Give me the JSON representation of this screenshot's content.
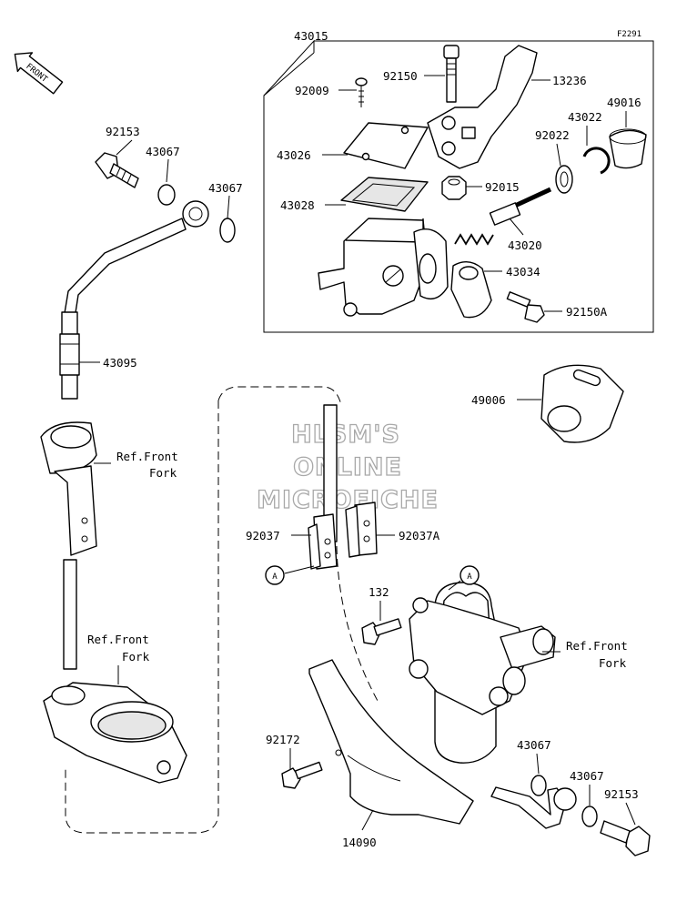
{
  "diagram_code": "F2291",
  "front_arrow_label": "FRONT",
  "watermark": [
    "HLSM'S",
    "ONLINE",
    "MICROFICHE"
  ],
  "callout_letter": "A",
  "ref_front_fork": {
    "line1": "Ref.Front",
    "line2": "Fork"
  },
  "parts": {
    "p43015": "43015",
    "p92150": "92150",
    "p13236": "13236",
    "p92009": "92009",
    "p49016": "49016",
    "p43022": "43022",
    "p92153a": "92153",
    "p43067a": "43067",
    "p43026": "43026",
    "p92022": "92022",
    "p92015": "92015",
    "p43067b": "43067",
    "p43028": "43028",
    "p43020": "43020",
    "p43034": "43034",
    "p92150a": "92150A",
    "p43095": "43095",
    "p49006": "49006",
    "p92037": "92037",
    "p92037a": "92037A",
    "p132": "132",
    "p92172": "92172",
    "p43067c": "43067",
    "p43067d": "43067",
    "p92153b": "92153",
    "p14090": "14090"
  }
}
